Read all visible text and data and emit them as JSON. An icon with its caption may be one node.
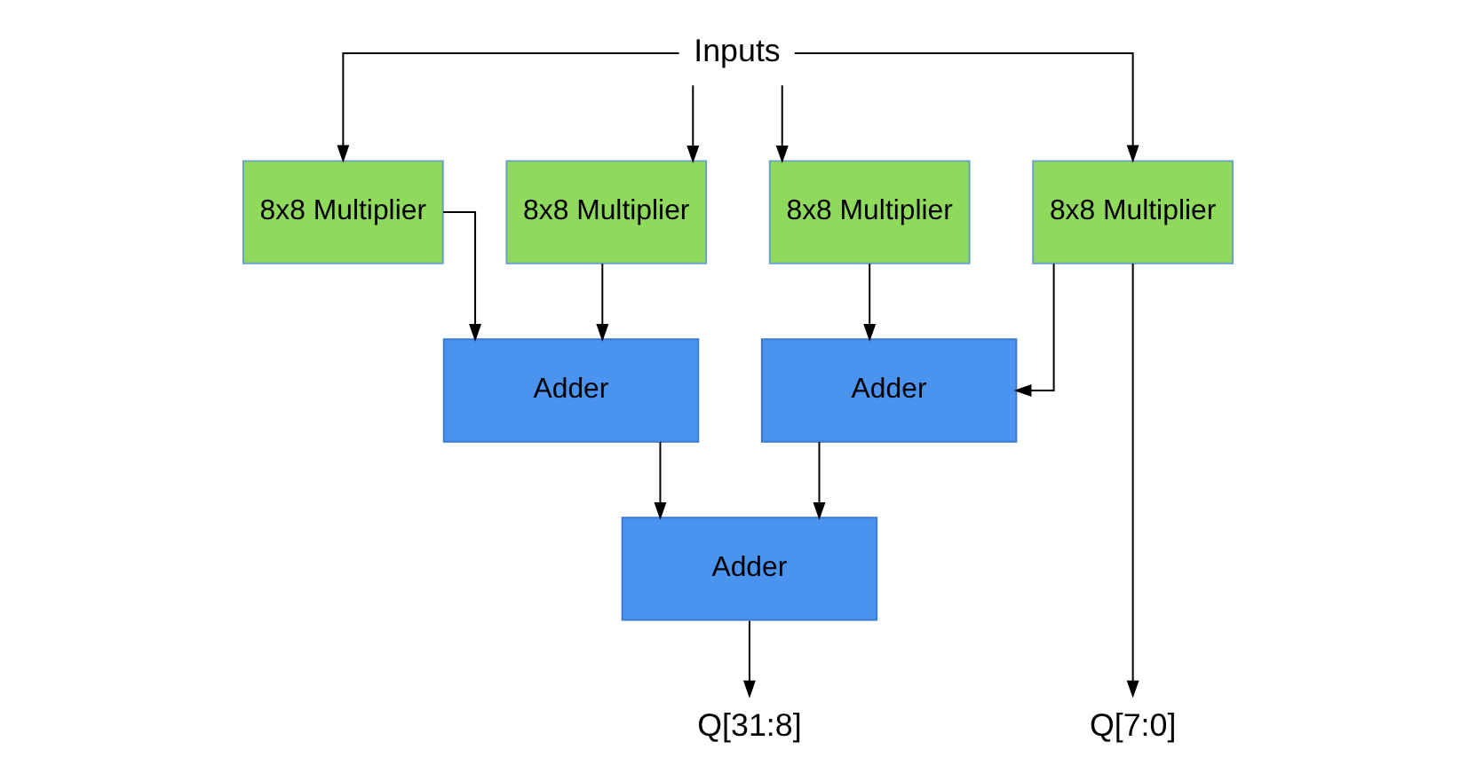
{
  "diagram": {
    "nodes": [
      {
        "text": [
          "Inputs"
        ]
      },
      {
        "text": [
          "8x8 Multiplier"
        ]
      },
      {
        "text": [
          "8x8 Multiplier"
        ]
      },
      {
        "text": [
          "8x8 Multiplier"
        ]
      },
      {
        "text": [
          "8x8 Multiplier"
        ]
      },
      {
        "text": [
          "Adder"
        ]
      },
      {
        "text": [
          "Adder"
        ]
      },
      {
        "text": [
          "Adder"
        ]
      },
      {
        "text": [
          "Q[31:8]"
        ]
      },
      {
        "text": [
          "Q[7:0]"
        ]
      }
    ],
    "edges": [
      {
        "from": 0,
        "to": 1,
        "arrow": "to"
      },
      {
        "from": 0,
        "to": 2,
        "arrow": "to"
      },
      {
        "from": 0,
        "to": 3,
        "arrow": "to"
      },
      {
        "from": 0,
        "to": 4,
        "arrow": "to"
      },
      {
        "from": 1,
        "to": 5,
        "arrow": "to"
      },
      {
        "from": 2,
        "to": 5,
        "arrow": "to"
      },
      {
        "from": 3,
        "to": 6,
        "arrow": "to"
      },
      {
        "from": 4,
        "to": 6,
        "arrow": "to"
      },
      {
        "from": 4,
        "to": 9,
        "arrow": "to"
      },
      {
        "from": 5,
        "to": 7,
        "arrow": "to"
      },
      {
        "from": 6,
        "to": 7,
        "arrow": "to"
      },
      {
        "from": 7,
        "to": 8,
        "arrow": "to"
      }
    ]
  }
}
